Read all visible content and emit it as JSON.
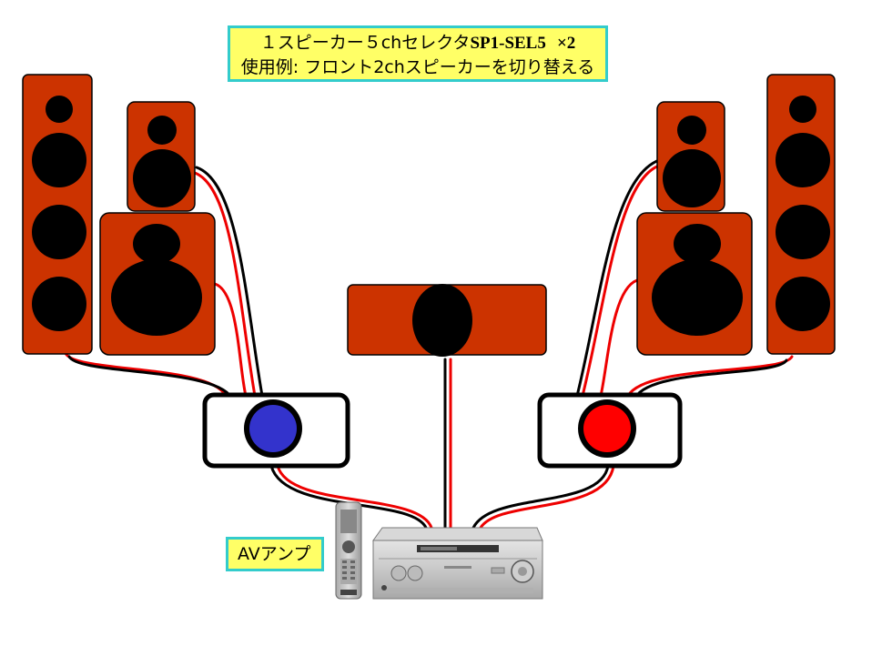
{
  "title": {
    "line1_prefix": "１スピーカー５chセレクタ",
    "line1_model": "SP1-SEL5",
    "line1_suffix": "×2",
    "line2": "使用例: フロント2chスピーカーを切り替える"
  },
  "amp_label": "AVアンプ",
  "colors": {
    "speaker_cabinet": "#cc3300",
    "driver": "#000000",
    "left_selector_knob": "#3333cc",
    "right_selector_knob": "#ff0000",
    "wire_red": "#ee0000",
    "wire_black": "#000000",
    "label_background": "#ffff66",
    "label_border": "#33cccc"
  }
}
